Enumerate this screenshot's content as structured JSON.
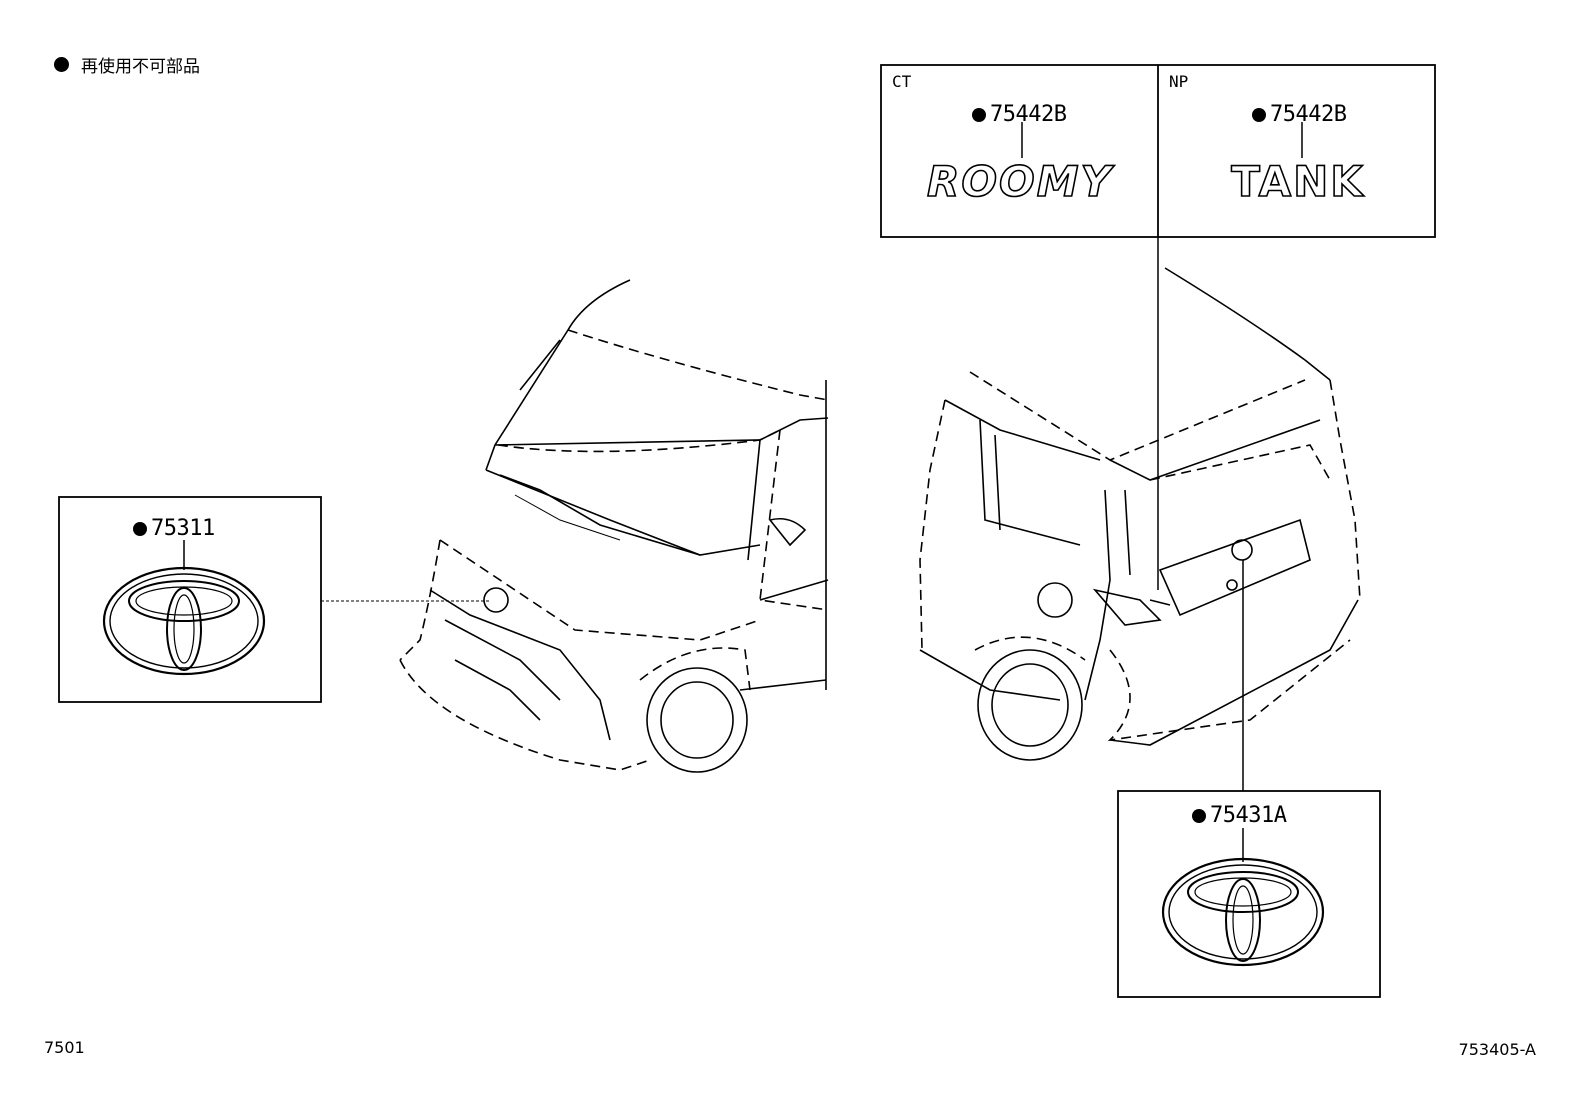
{
  "legend": {
    "text": "再使用不可部品"
  },
  "panels": {
    "front_emblem": {
      "part": "75311",
      "non_reusable": true
    },
    "name_emblem_ct": {
      "variant": "CT",
      "part": "75442B",
      "emblem_text": "ROOMY",
      "non_reusable": true
    },
    "name_emblem_np": {
      "variant": "NP",
      "part": "75442B",
      "emblem_text": "TANK",
      "non_reusable": true
    },
    "rear_emblem": {
      "part": "75431A",
      "non_reusable": true
    }
  },
  "footer": {
    "left": "7501",
    "right": "753405-A"
  },
  "colors": {
    "line": "#000000",
    "background": "#ffffff"
  }
}
